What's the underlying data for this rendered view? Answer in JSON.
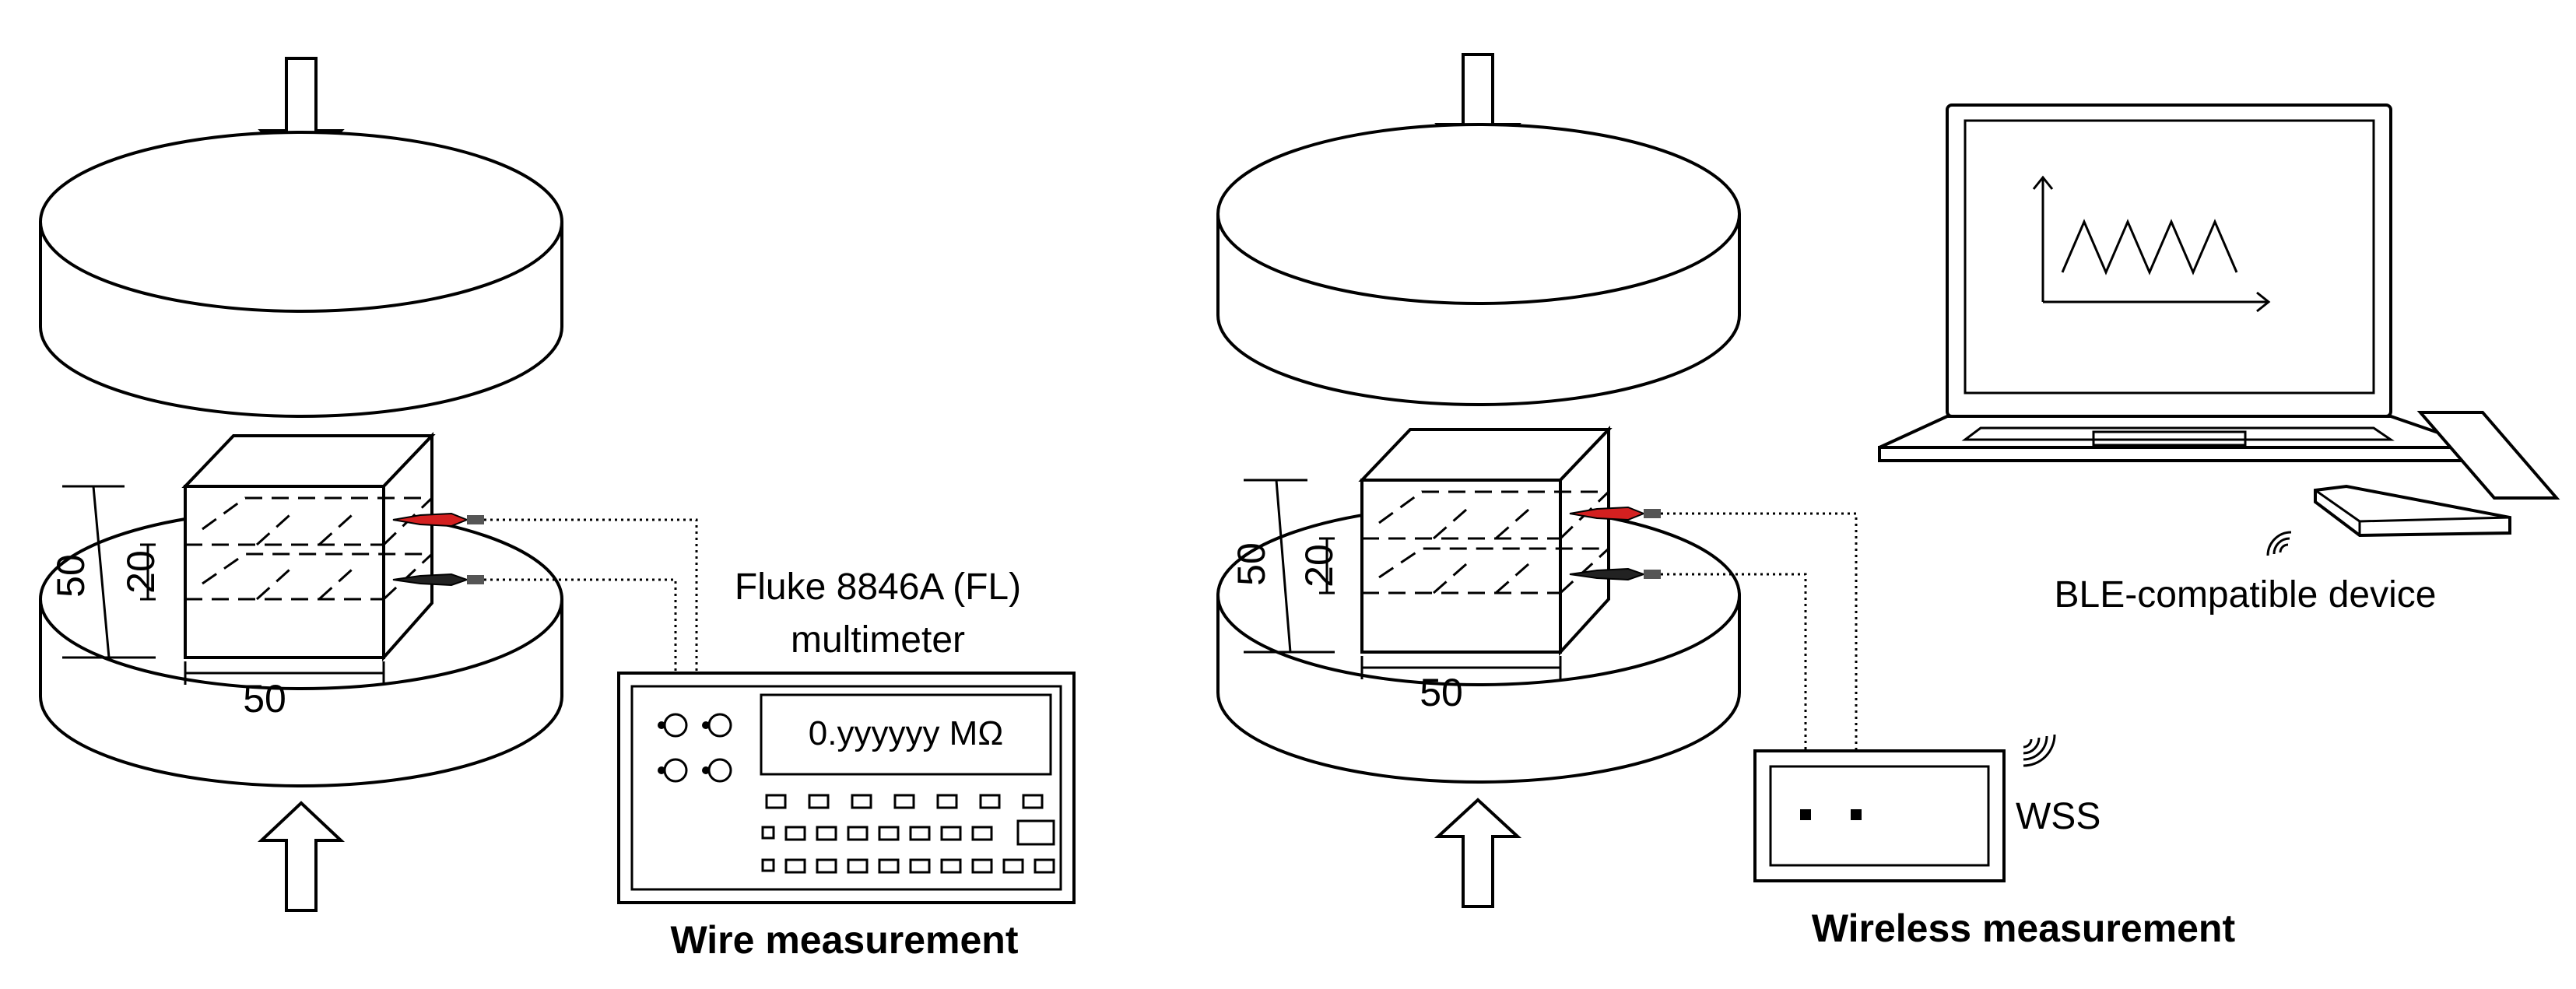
{
  "left_panel": {
    "dimensions": {
      "height_outer": "50",
      "height_inner": "20",
      "width": "50"
    },
    "instrument_label_line1": "Fluke 8846A (FL)",
    "instrument_label_line2": "multimeter",
    "display_reading": "0.yyyyyy MΩ",
    "caption": "Wire measurement"
  },
  "right_panel": {
    "dimensions": {
      "height_outer": "50",
      "height_inner": "20",
      "width": "50"
    },
    "ble_label": "BLE-compatible device",
    "wss_label": "WSS",
    "caption": "Wireless measurement"
  },
  "colors": {
    "probe_red": "#d42020",
    "probe_black": "#222222",
    "line": "#000000"
  }
}
